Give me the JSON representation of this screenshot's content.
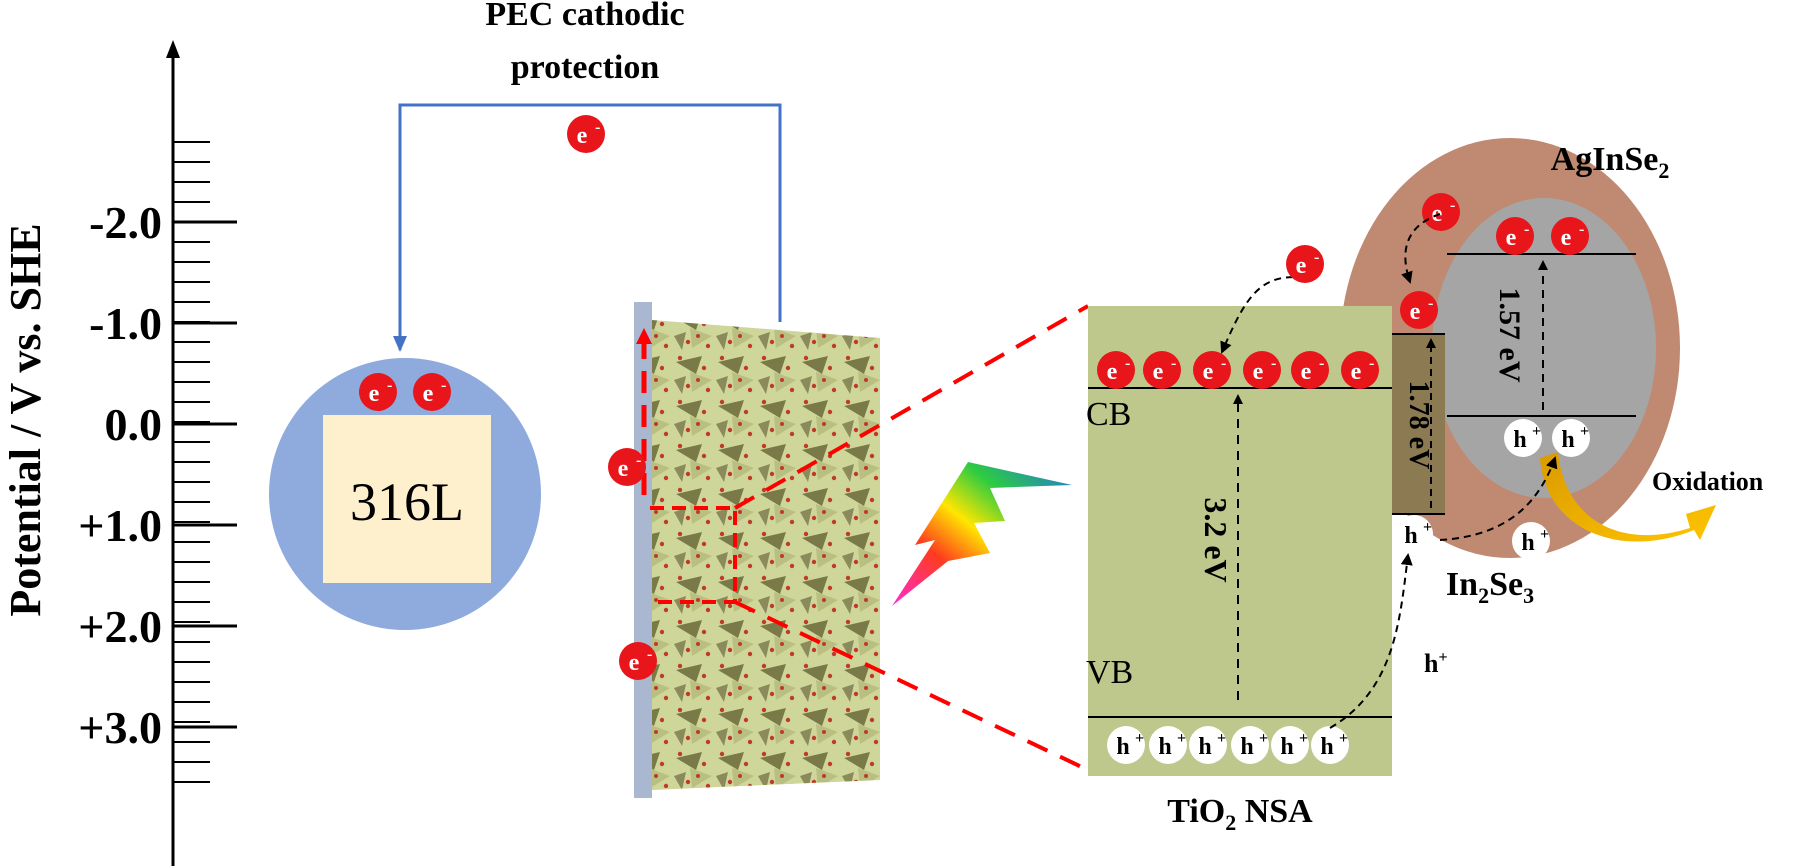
{
  "title": {
    "line1": "PEC cathodic",
    "line2": "protection"
  },
  "axis": {
    "label": "Potential / V vs. SHE",
    "ticks": [
      "-2.0",
      "-1.0",
      "0.0",
      "+1.0",
      "+2.0",
      "+3.0"
    ]
  },
  "electrode": {
    "label": "316L"
  },
  "electron_symbol": "e",
  "electron_charge": "-",
  "hole_symbol": "h",
  "hole_charge": "+",
  "tio2": {
    "cb_label": "CB",
    "vb_label": "VB",
    "gap": "3.2 eV",
    "name_main": "TiO",
    "name_sub": "2",
    "name_tail": " NSA"
  },
  "in2se3": {
    "gap": "1.78 eV",
    "name_a": "In",
    "name_sub1": "2",
    "name_b": "Se",
    "name_sub2": "3"
  },
  "aginse2": {
    "gap": "1.57 eV",
    "name_main": "AgInSe",
    "name_sub": "2"
  },
  "oxidation_label": "Oxidation",
  "colors": {
    "axis": "#000000",
    "wire": "#4472c4",
    "electrode_disc": "#8faadc",
    "electrode_plate": "#fef0cc",
    "tio2_block": "#bec88c",
    "in2se3_block": "#8b7a52",
    "aginse2_outer": "#c08a72",
    "aginse2_inner": "#a5a5a5",
    "electron": "#e8151b",
    "dashed_red": "#ff0000",
    "oxidation_arrow": "#f2b100",
    "substrate": "#a9b7d0"
  }
}
